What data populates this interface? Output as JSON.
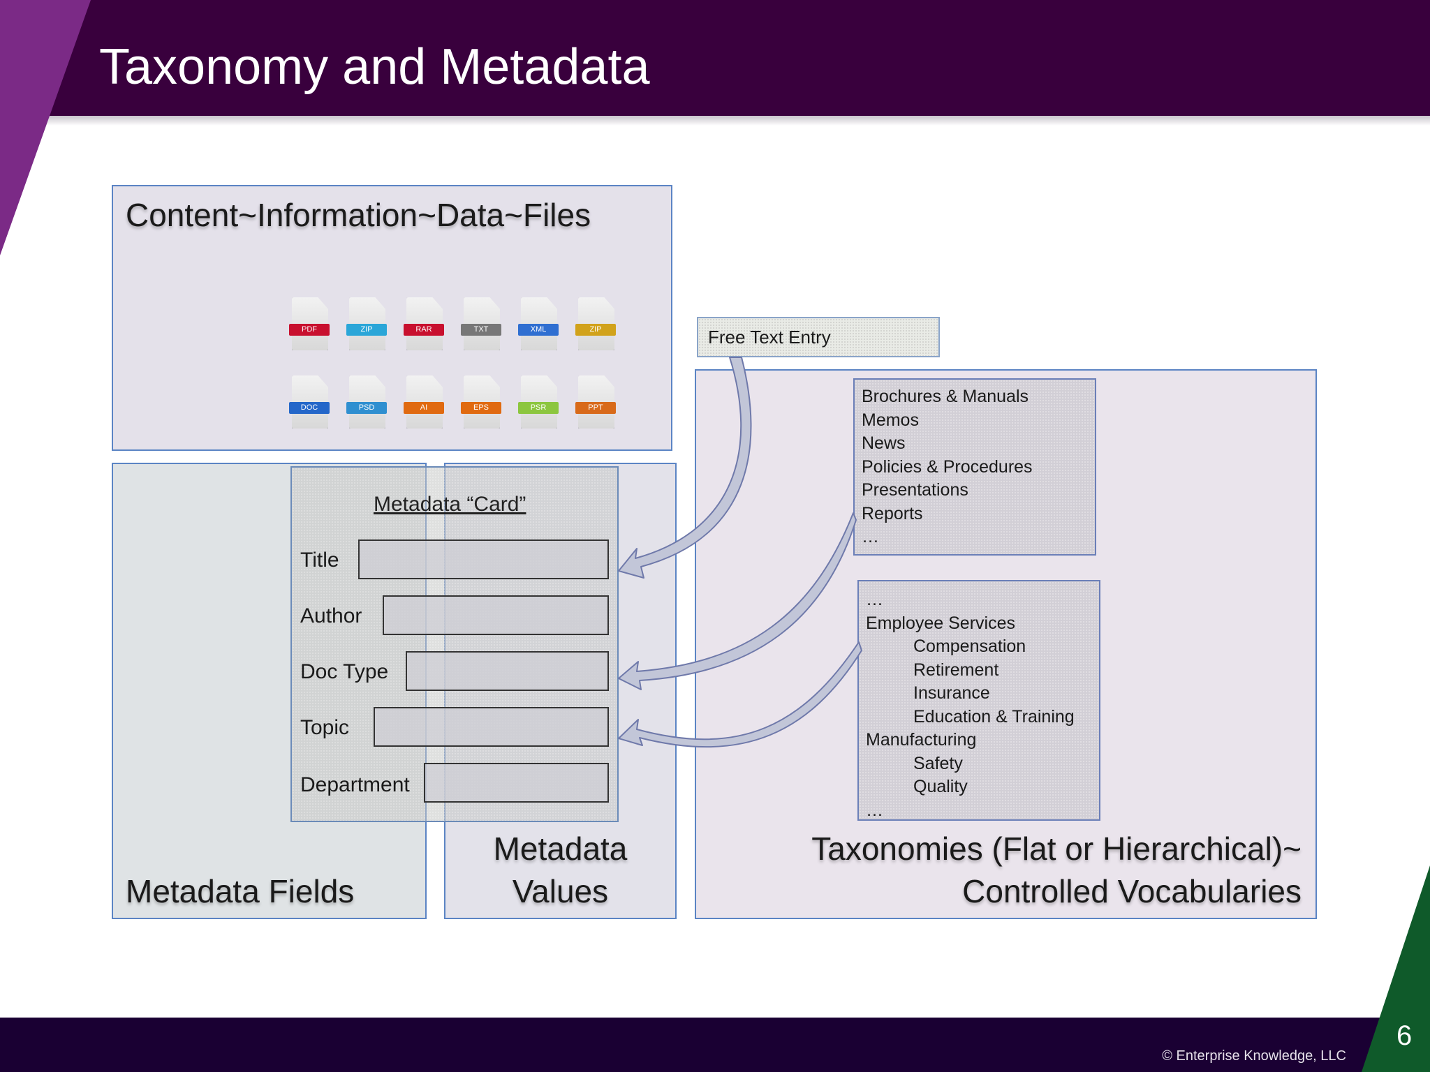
{
  "slide": {
    "title": "Taxonomy and Metadata",
    "page_number": "6",
    "copyright": "© Enterprise Knowledge, LLC"
  },
  "panels": {
    "content_label": "Content~Information~Data~Files",
    "fields_label": "Metadata Fields",
    "values_label_line1": "Metadata",
    "values_label_line2": "Values",
    "taxonomy_label_line1": "Taxonomies (Flat or Hierarchical)~",
    "taxonomy_label_line2": "Controlled Vocabularies"
  },
  "file_icons": [
    {
      "label": "PDF",
      "color": "#c8102e"
    },
    {
      "label": "ZIP",
      "color": "#2aa6d8"
    },
    {
      "label": "RAR",
      "color": "#c8102e"
    },
    {
      "label": "TXT",
      "color": "#777777"
    },
    {
      "label": "XML",
      "color": "#2f6fd1"
    },
    {
      "label": "ZIP",
      "color": "#d1a21a"
    },
    {
      "label": "DOC",
      "color": "#2467c9"
    },
    {
      "label": "PSD",
      "color": "#2f8fd0"
    },
    {
      "label": "AI",
      "color": "#e06a10"
    },
    {
      "label": "EPS",
      "color": "#e06a10"
    },
    {
      "label": "PSR",
      "color": "#8cc63f"
    },
    {
      "label": "PPT",
      "color": "#d86a1a"
    }
  ],
  "card": {
    "title": "Metadata “Card”",
    "fields": [
      "Title",
      "Author",
      "Doc Type",
      "Topic",
      "Department"
    ]
  },
  "free_text": "Free Text Entry",
  "doc_types": [
    "Brochures & Manuals",
    "Memos",
    "News",
    "Policies & Procedures",
    "Presentations",
    "Reports",
    "…"
  ],
  "departments": [
    {
      "text": "…",
      "level": 0
    },
    {
      "text": "Employee Services",
      "level": 0
    },
    {
      "text": "Compensation",
      "level": 1
    },
    {
      "text": "Retirement",
      "level": 1
    },
    {
      "text": "Insurance",
      "level": 1
    },
    {
      "text": "Education & Training",
      "level": 1
    },
    {
      "text": "Manufacturing",
      "level": 0
    },
    {
      "text": "Safety",
      "level": 1
    },
    {
      "text": "Quality",
      "level": 1
    },
    {
      "text": "…",
      "level": 0
    }
  ],
  "colors": {
    "header": "#39003d",
    "footer": "#1a0033",
    "accent_purple": "#7b2a86",
    "accent_green": "#0f5a2a",
    "panel_border": "#5b84c4"
  }
}
